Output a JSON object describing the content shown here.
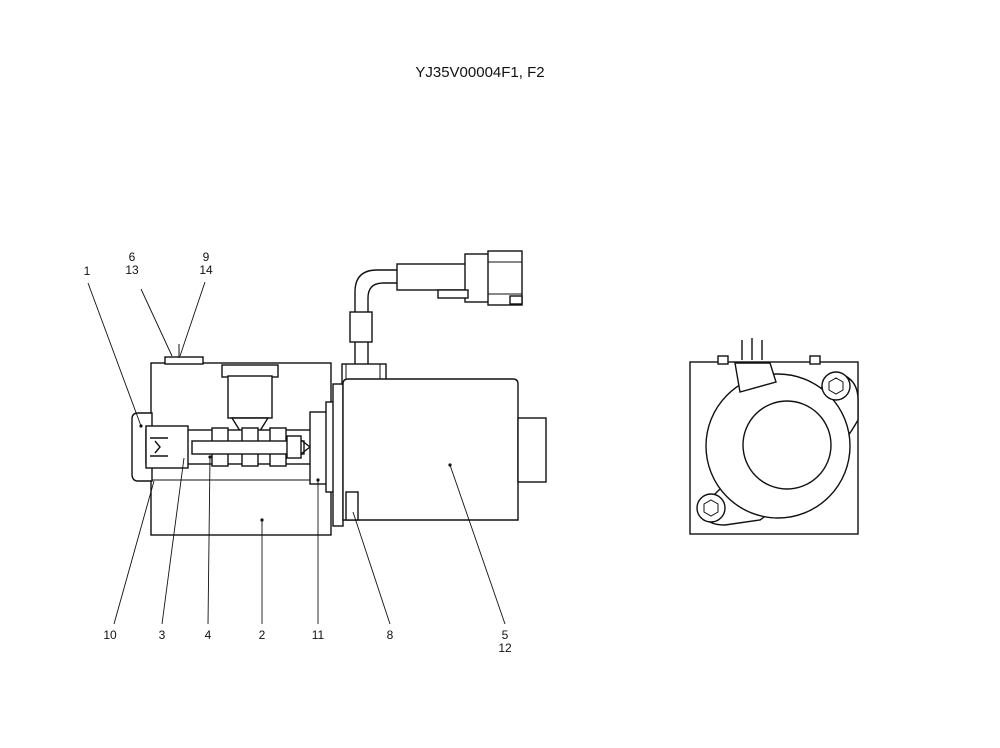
{
  "drawing": {
    "title": "YJ35V00004F1, F2",
    "callouts": {
      "c1": "1",
      "c6": "6",
      "c13": "13",
      "c9": "9",
      "c14": "14",
      "c10": "10",
      "c3": "3",
      "c4": "4",
      "c2": "2",
      "c11": "11",
      "c8": "8",
      "c5": "5",
      "c12": "12"
    }
  }
}
